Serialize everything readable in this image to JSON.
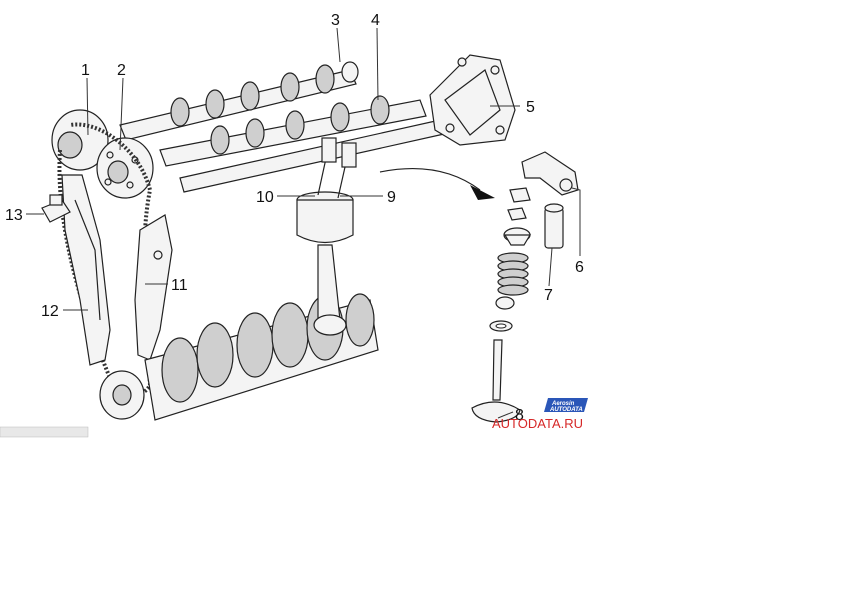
{
  "diagram": {
    "callouts": [
      "1",
      "2",
      "3",
      "4",
      "5",
      "6",
      "7",
      "8",
      "9",
      "10",
      "11",
      "12",
      "13"
    ],
    "watermark": "AUTODATA.RU",
    "logo_text": [
      "Aerosin",
      "AUTODATA"
    ],
    "colors": {
      "watermark": "#d62828",
      "lines": "#222222",
      "logo": "#2a56b8"
    }
  }
}
